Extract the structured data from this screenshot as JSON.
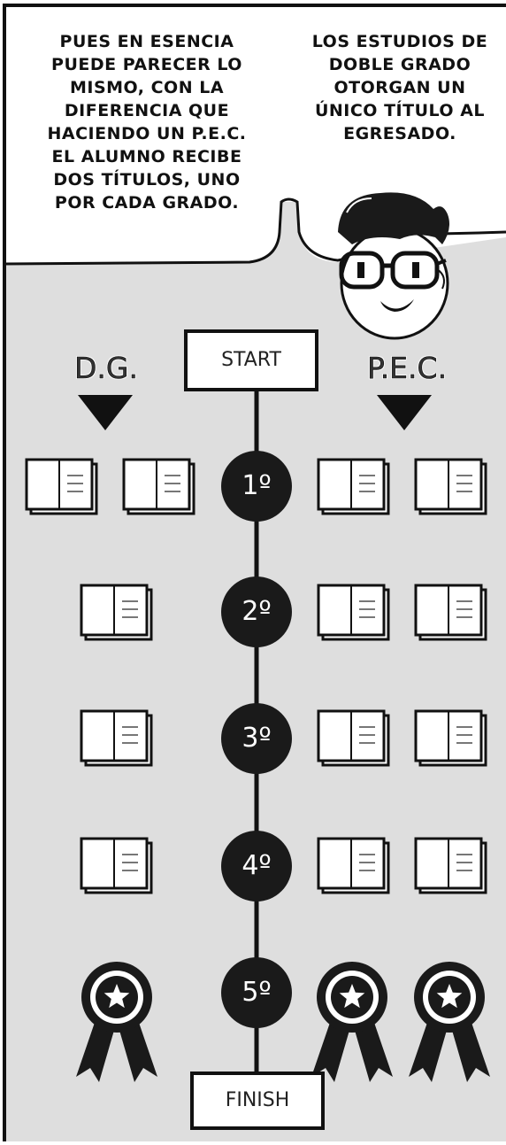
{
  "bubbles": {
    "left": [
      "PUES EN ESENCIA",
      "PUEDE PARECER LO",
      "MISMO, CON LA",
      "DIFERENCIA QUE",
      "HACIENDO UN P.E.C.",
      "EL ALUMNO RECIBE",
      "DOS TÍTULOS, UNO",
      "POR CADA GRADO."
    ],
    "right": [
      "LOS ESTUDIOS DE",
      "DOBLE GRADO",
      "OTORGAN UN",
      "ÚNICO TÍTULO AL",
      "EGRESADO."
    ]
  },
  "labels": {
    "dg": "D.G.",
    "pec": "P.E.C.",
    "start": "START",
    "finish": "FINISH"
  },
  "years": [
    "1º",
    "2º",
    "3º",
    "4º",
    "5º"
  ],
  "dg_books_per_year": [
    2,
    1,
    1,
    1
  ],
  "pec_books_per_year": [
    2,
    2,
    2,
    2
  ],
  "dg_awards": 1,
  "pec_awards": 2,
  "colors": {
    "background_panel": "#dcdcdc",
    "ink": "#111111",
    "paper": "#ffffff"
  }
}
